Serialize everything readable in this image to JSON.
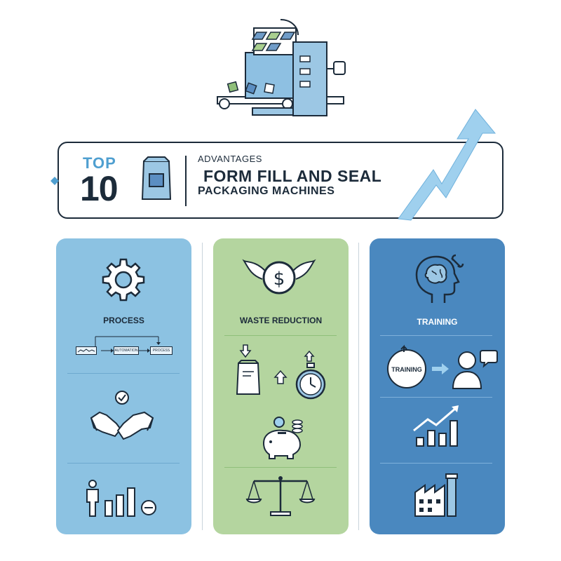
{
  "header": {
    "top_word": "TOP",
    "top_number": "10",
    "advantages": "ADVANTAGES",
    "title_line1": "FORM FILL AND SEAL",
    "title_line2": "PACKAGING MACHINES"
  },
  "panels": [
    {
      "label": "PROCESS",
      "flow_steps": [
        "",
        "AUTOMATION",
        "PROCESS"
      ],
      "icons": [
        "gear-icon",
        "handshake-icon",
        "person-chart-icon"
      ]
    },
    {
      "label": "WASTE REDUCTION",
      "icons": [
        "winged-dollar-icon",
        "bag-icon",
        "stopwatch-icon",
        "piggy-bank-icon",
        "balance-scale-icon"
      ]
    },
    {
      "label": "TRAINING",
      "training_badge": "TRAINING",
      "icons": [
        "brain-head-icon",
        "person-speech-icon",
        "growth-chart-icon",
        "factory-icon"
      ]
    }
  ],
  "colors": {
    "dark": "#1c2b3a",
    "light_blue": "#8cc2e2",
    "green": "#b4d59f",
    "mid_blue": "#4a88bf",
    "accent": "#4f9fd0"
  }
}
